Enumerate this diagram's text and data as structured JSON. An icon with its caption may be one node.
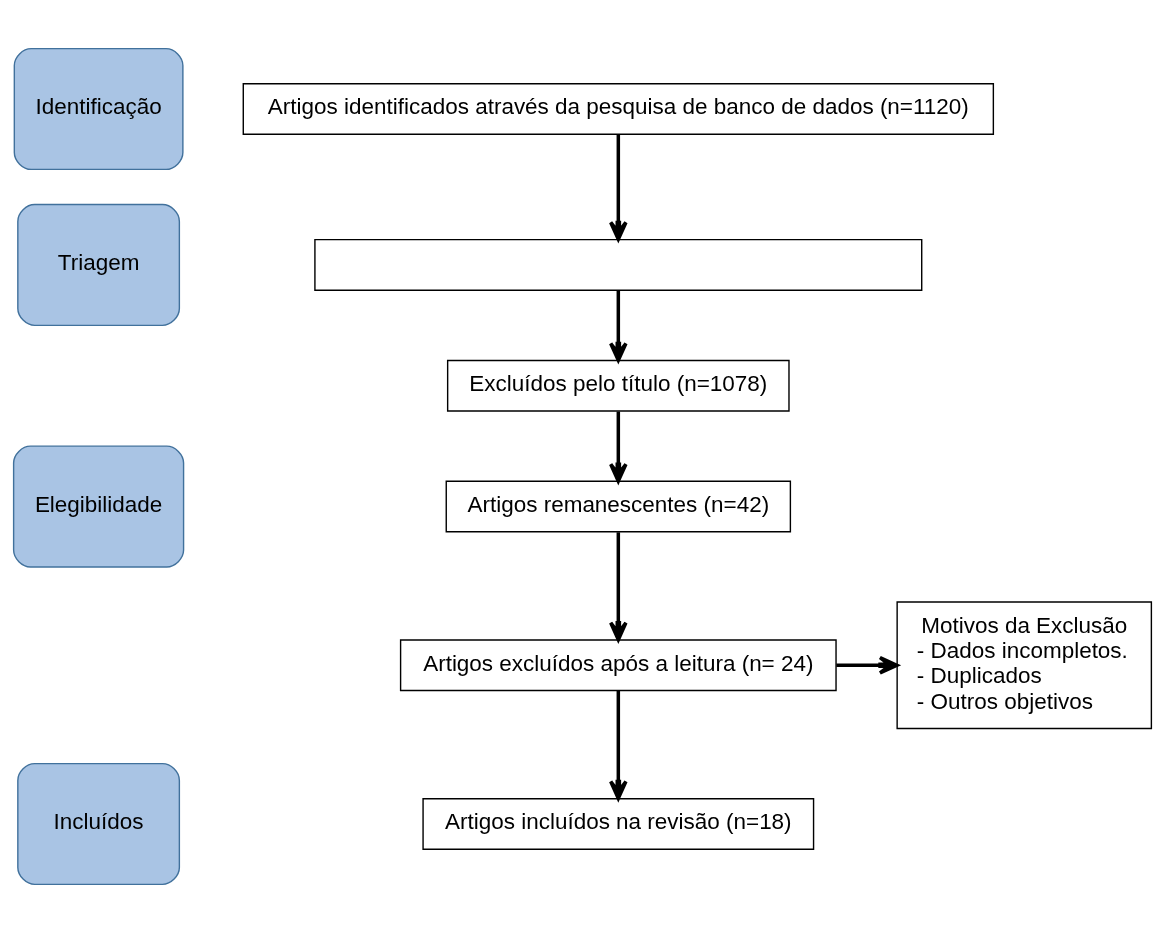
{
  "diagram": {
    "nodes": [
      {
        "text": [
          "Identificação"
        ]
      },
      {
        "text": [
          "Triagem"
        ]
      },
      {
        "text": [
          "Elegibilidade"
        ]
      },
      {
        "text": [
          "Incluídos"
        ]
      },
      {
        "text": [
          "Artigos identificados através da pesquisa de banco de dados (n=1120)"
        ]
      },
      {
        "text": [],
        "shape": "box"
      },
      {
        "text": [
          "Excluídos pelo título (n=1078)"
        ]
      },
      {
        "text": [
          "Artigos remanescentes (n=42)"
        ]
      },
      {
        "text": [
          "Artigos excluídos após a leitura (n= 24)"
        ]
      },
      {
        "text": [
          "Motivos da Exclusão",
          "- Dados incompletos.",
          "- Duplicados",
          "- Outros objetivos"
        ]
      },
      {
        "text": [
          "Artigos incluídos na revisão (n=18)"
        ]
      }
    ],
    "edges": [
      {
        "from": 4,
        "to": 5,
        "arrow": "to"
      },
      {
        "from": 5,
        "to": 6,
        "arrow": "to"
      },
      {
        "from": 6,
        "to": 7,
        "arrow": "to"
      },
      {
        "from": 7,
        "to": 8,
        "arrow": "to"
      },
      {
        "from": 8,
        "to": 9,
        "arrow": "to"
      },
      {
        "from": 8,
        "to": 10,
        "arrow": "to"
      }
    ]
  }
}
